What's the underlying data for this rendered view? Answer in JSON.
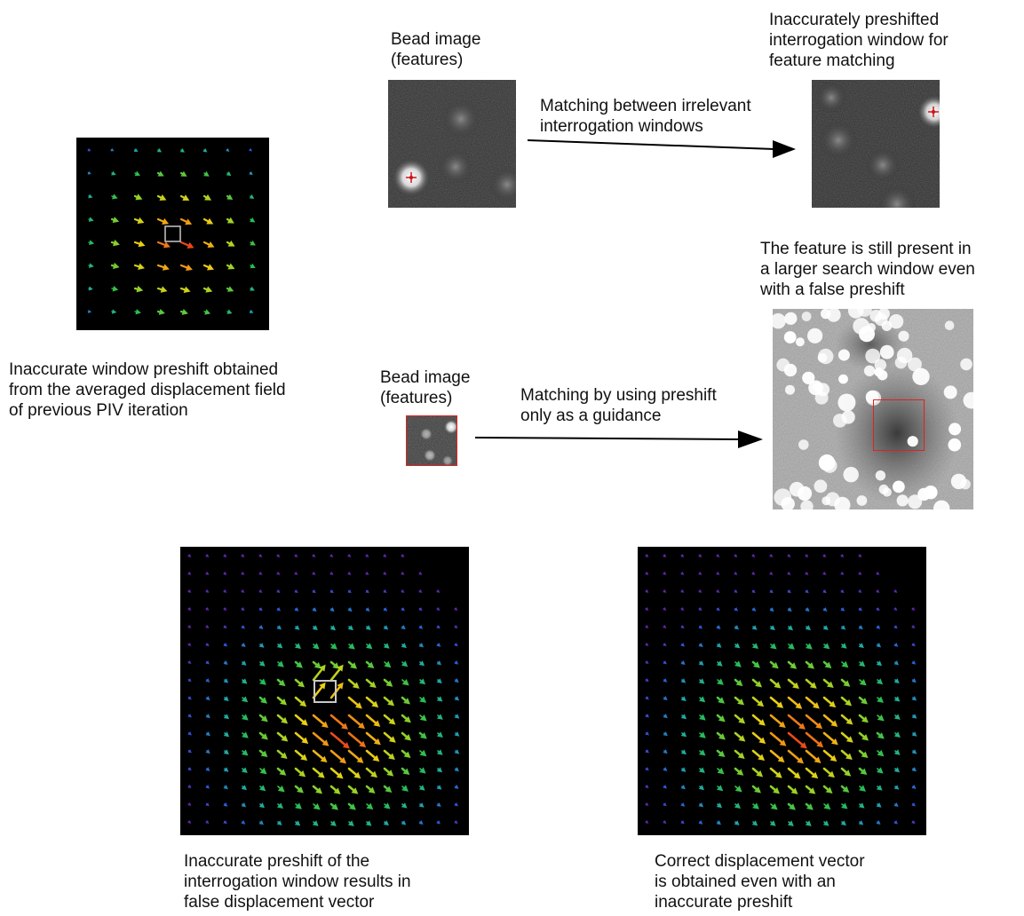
{
  "labels": {
    "bead_top": [
      "Bead image",
      "(features)"
    ],
    "window_top": [
      "Inaccurately preshifted",
      "interrogation window for",
      "feature matching"
    ],
    "arrow_top": [
      "Matching between irrelevant",
      "interrogation windows"
    ],
    "inaccurate_window": [
      "Inaccurate window preshift obtained",
      "from the averaged displacement field",
      "of previous PIV iteration"
    ],
    "feature_present": [
      "The feature is still present in",
      "a larger search window even",
      "with a false preshift"
    ],
    "bead_mid": [
      "Bead image",
      "(features)"
    ],
    "arrow_mid": [
      "Matching by using preshift",
      "only as a guidance"
    ],
    "caption_left": [
      "Inaccurate preshift of the",
      "interrogation window results in",
      "false displacement vector"
    ],
    "caption_right": [
      "Correct displacement vector",
      "is obtained even with an",
      "inaccurate preshift"
    ]
  },
  "colors": {
    "vector_red": "#e8231c",
    "marker_red": "#d0141c",
    "highlight_box": "#c8c8c8",
    "search_box": "#e02020"
  }
}
